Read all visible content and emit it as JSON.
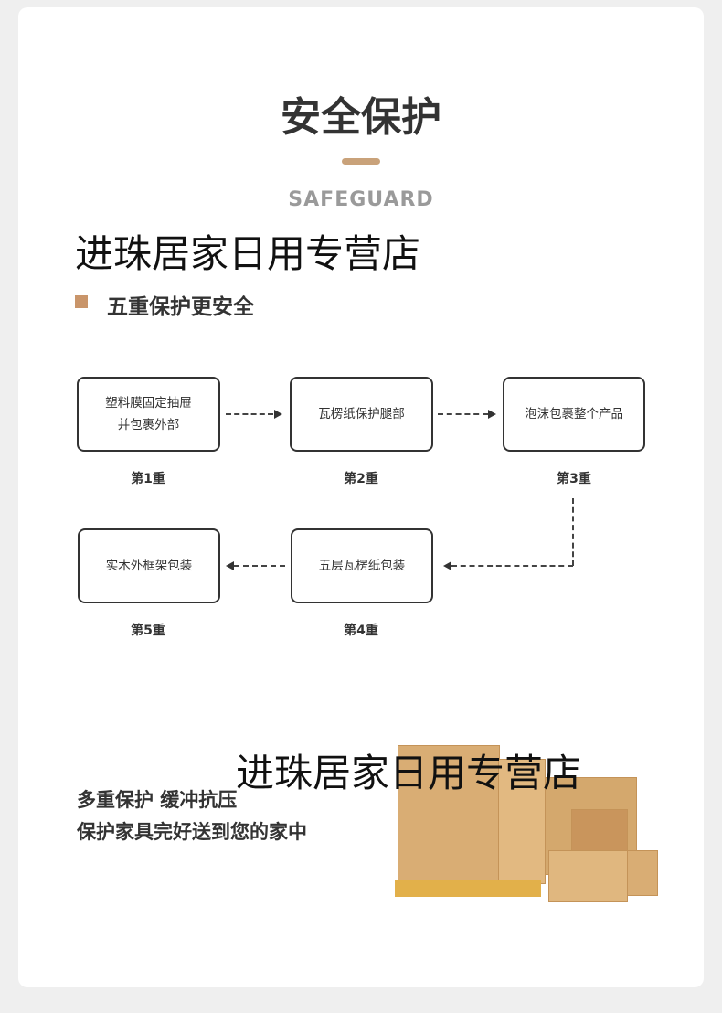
{
  "title": "安全保护",
  "subtitle": "SAFEGUARD",
  "watermark": "进珠居家日用专营店",
  "section_title": "五重保护更安全",
  "steps": [
    {
      "text": "塑料膜固定抽屉并包裹外部",
      "tag": "第1重"
    },
    {
      "text": "瓦楞纸保护腿部",
      "tag": "第2重"
    },
    {
      "text": "泡沫包裹整个产品",
      "tag": "第3重"
    },
    {
      "text": "五层瓦楞纸包装",
      "tag": "第4重"
    },
    {
      "text": "实木外框架包装",
      "tag": "第5重"
    }
  ],
  "step1_line1": "塑料膜固定抽屉",
  "step1_line2": "并包裹外部",
  "tagline": [
    "多重保护 缓冲抗压",
    "保护家具完好送到您的家中"
  ],
  "colors": {
    "accent": "#c9956a"
  }
}
